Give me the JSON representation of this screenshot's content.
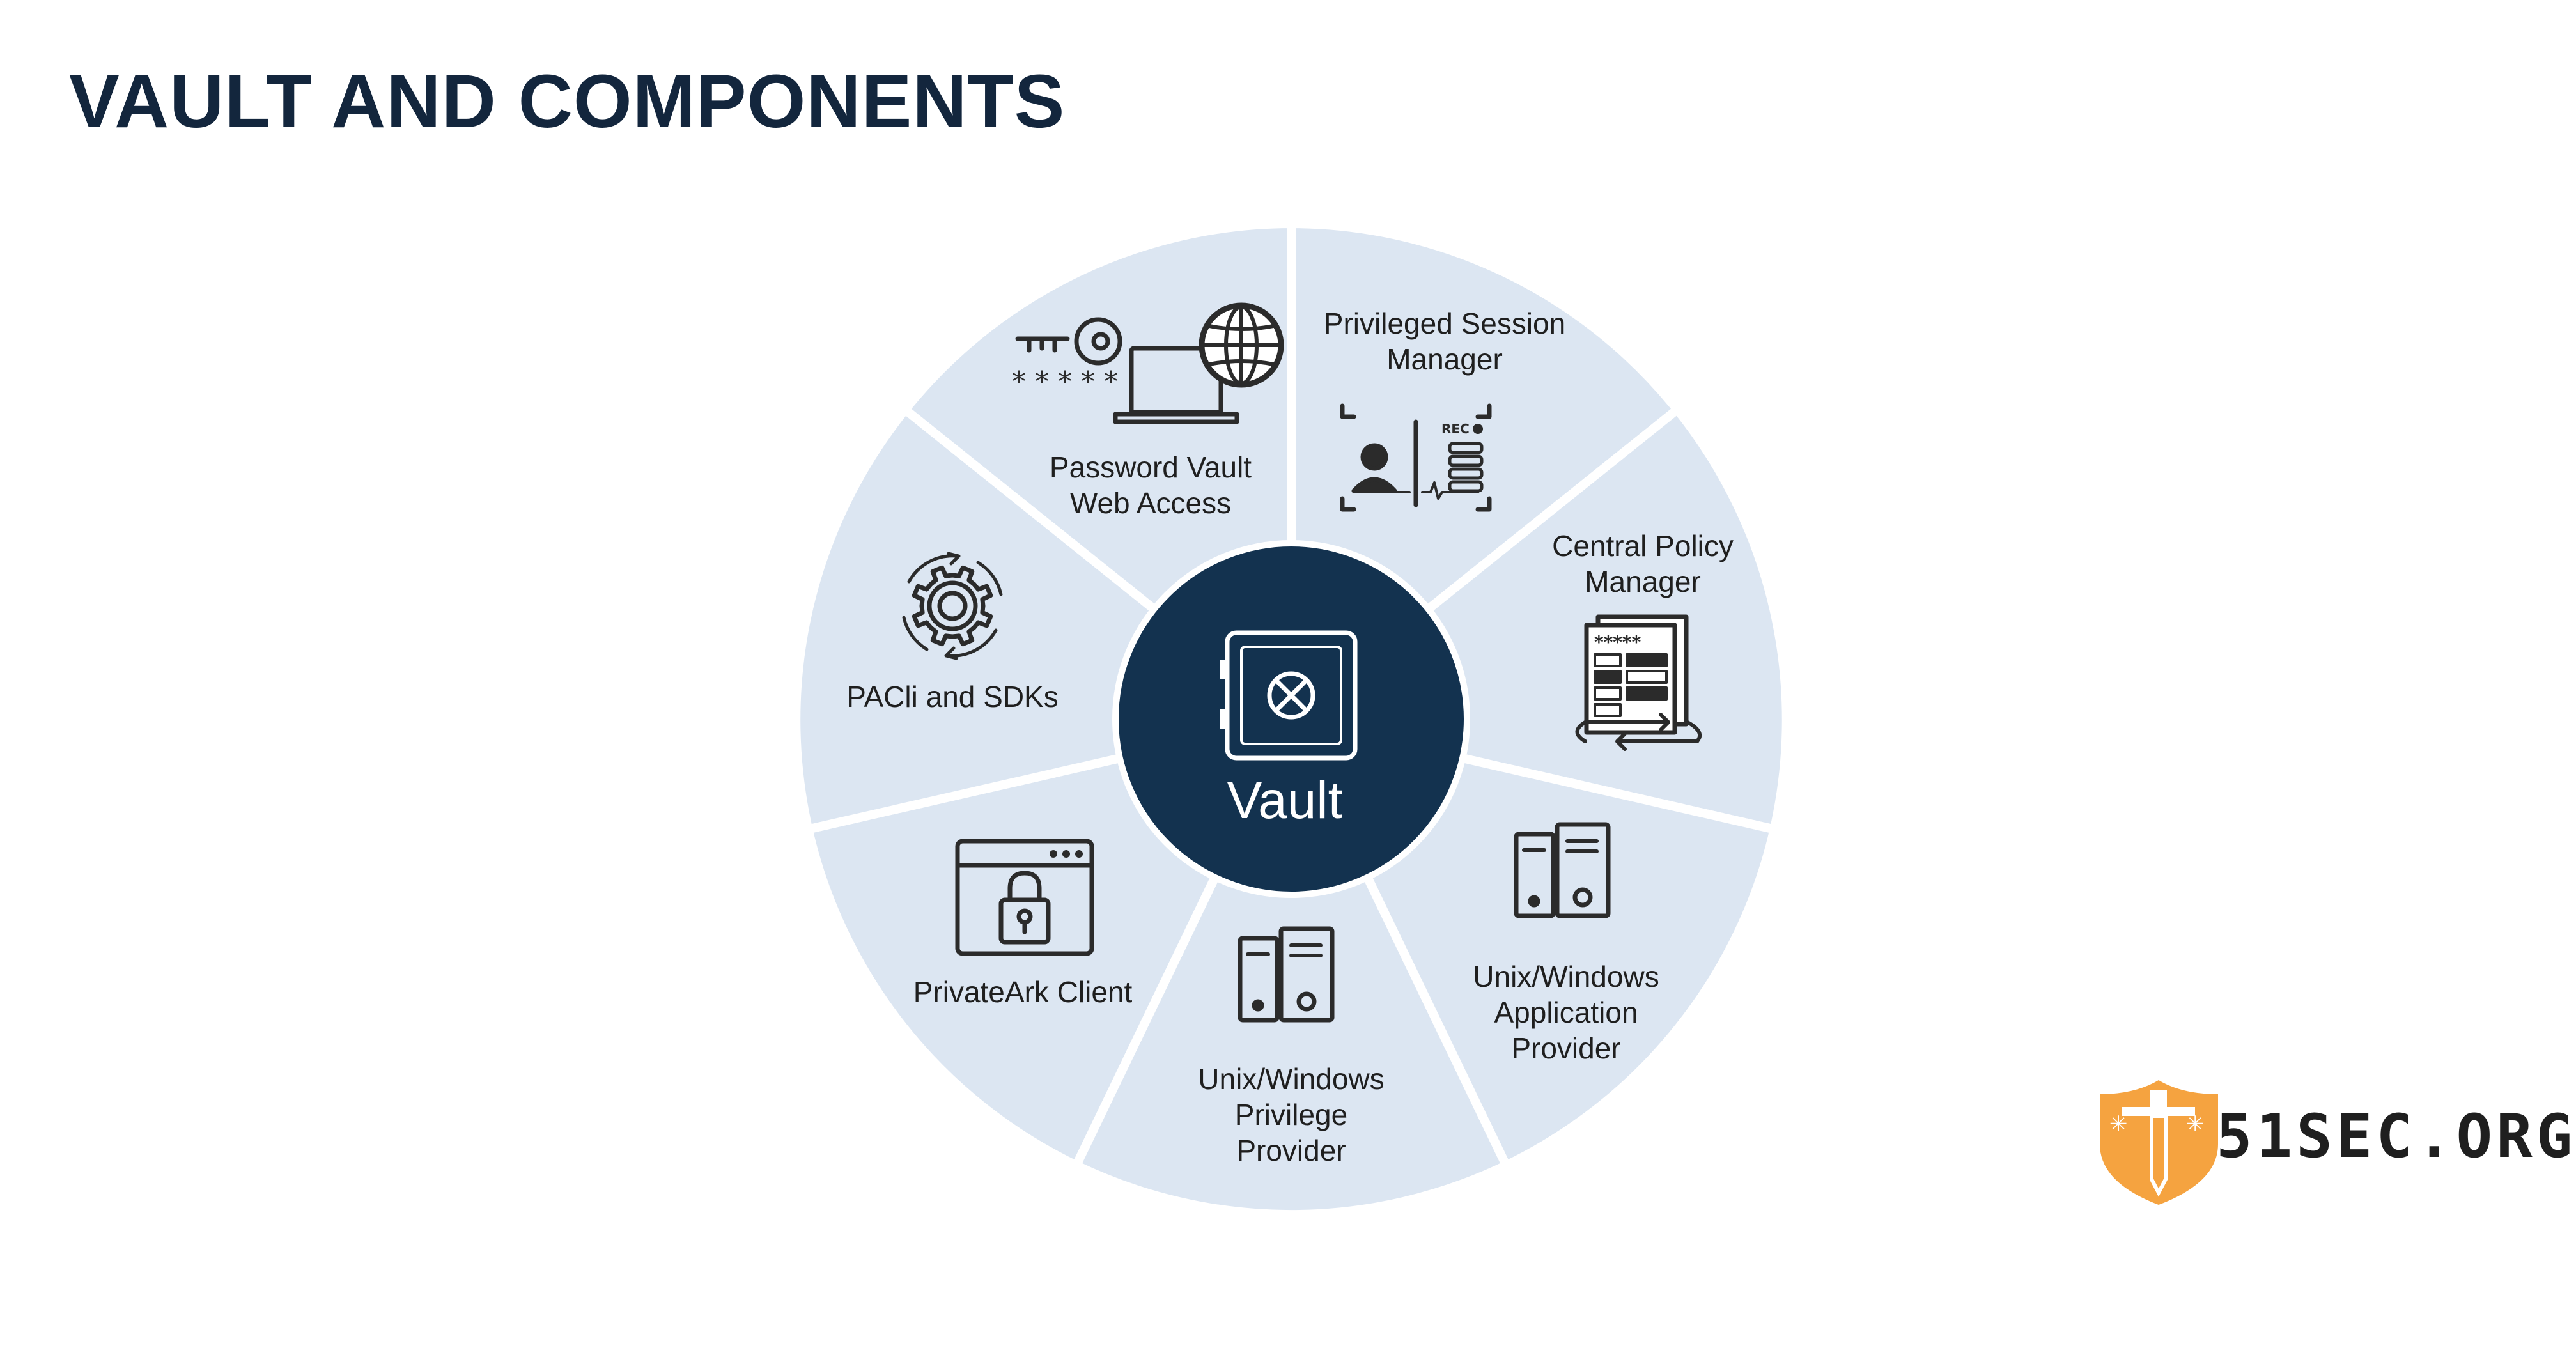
{
  "title": "VAULT AND COMPONENTS",
  "center": {
    "label": "Vault",
    "color": "#13324f"
  },
  "colors": {
    "segment": "#dce6f2",
    "icon": "#2b2b2b",
    "brand": "#f5a340",
    "title": "#13263d"
  },
  "segments": [
    {
      "label": "Privileged Session\nManager",
      "icon": "session-recording-icon"
    },
    {
      "label": "Central Policy\nManager",
      "icon": "policy-document-icon"
    },
    {
      "label": "Unix/Windows\nApplication\nProvider",
      "icon": "server-icon"
    },
    {
      "label": "Unix/Windows\nPrivilege\nProvider",
      "icon": "server-icon"
    },
    {
      "label": "PrivateArk Client",
      "icon": "browser-lock-icon"
    },
    {
      "label": "PACli and SDKs",
      "icon": "gear-cycle-icon"
    },
    {
      "label": "Password Vault\nWeb Access",
      "icon": "key-laptop-globe-icon"
    }
  ],
  "watermark": {
    "text": "51SEC.ORG",
    "icon": "shield-sword-icon"
  }
}
